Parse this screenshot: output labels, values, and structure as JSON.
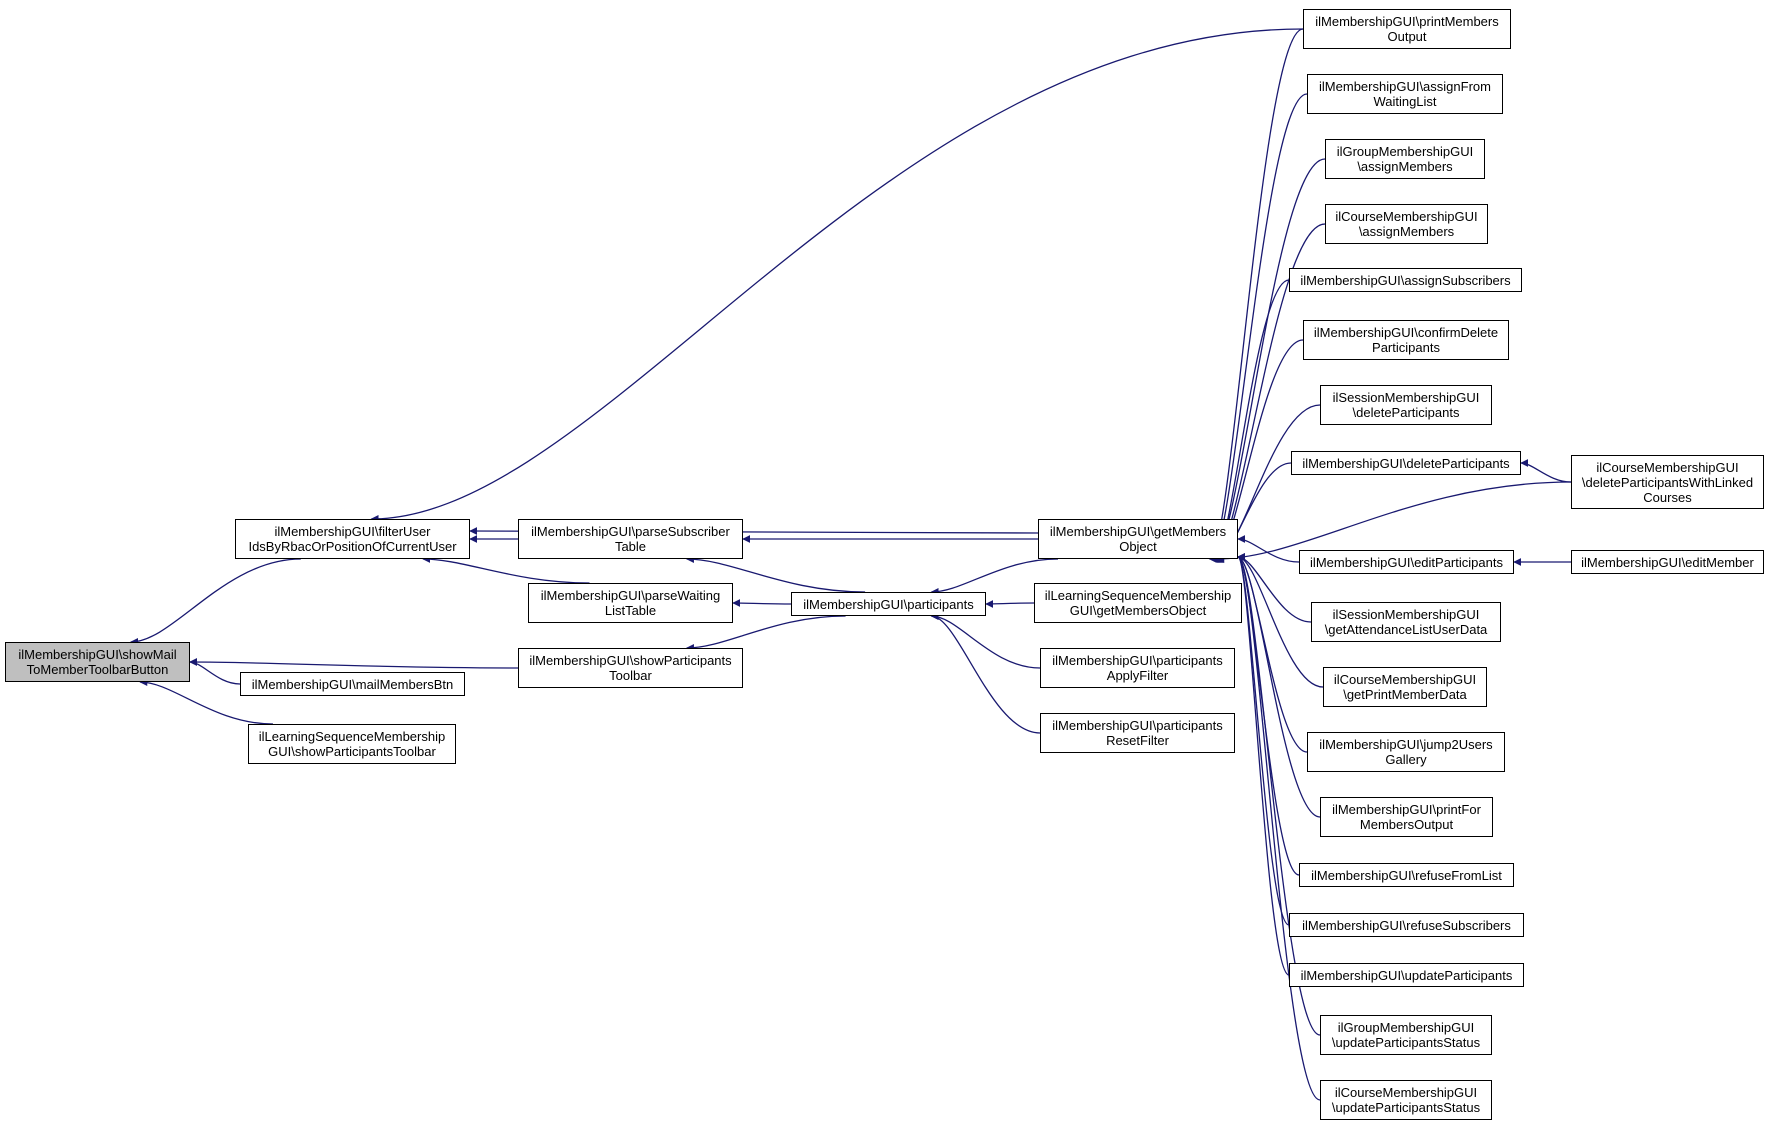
{
  "colors": {
    "edge": "#191970",
    "root_fill": "#bfbfbf",
    "node_fill": "#ffffff",
    "border": "#000000"
  },
  "nodes": {
    "root": [
      "ilMembershipGUI\\showMail",
      "ToMemberToolbarButton"
    ],
    "filterUser": [
      "ilMembershipGUI\\filterUser",
      "IdsByRbacOrPositionOfCurrentUser"
    ],
    "mailMembersBtn": [
      "ilMembershipGUI\\mailMembersBtn"
    ],
    "lsShowToolbar": [
      "ilLearningSequenceMembership",
      "GUI\\showParticipantsToolbar"
    ],
    "parseSubscriber": [
      "ilMembershipGUI\\parseSubscriber",
      "Table"
    ],
    "parseWaiting": [
      "ilMembershipGUI\\parseWaiting",
      "ListTable"
    ],
    "showToolbar": [
      "ilMembershipGUI\\showParticipants",
      "Toolbar"
    ],
    "participants": [
      "ilMembershipGUI\\participants"
    ],
    "getMembers": [
      "ilMembershipGUI\\getMembers",
      "Object"
    ],
    "lsGetMembers": [
      "ilLearningSequenceMembership",
      "GUI\\getMembersObject"
    ],
    "applyFilter": [
      "ilMembershipGUI\\participants",
      "ApplyFilter"
    ],
    "resetFilter": [
      "ilMembershipGUI\\participants",
      "ResetFilter"
    ],
    "printMembers": [
      "ilMembershipGUI\\printMembers",
      "Output"
    ],
    "assignFromWL": [
      "ilMembershipGUI\\assignFrom",
      "WaitingList"
    ],
    "grpAssign": [
      "ilGroupMembershipGUI",
      "\\assignMembers"
    ],
    "crsAssign": [
      "ilCourseMembershipGUI",
      "\\assignMembers"
    ],
    "assignSubs": [
      "ilMembershipGUI\\assignSubscribers"
    ],
    "confirmDelete": [
      "ilMembershipGUI\\confirmDelete",
      "Participants"
    ],
    "sessDelete": [
      "ilSessionMembershipGUI",
      "\\deleteParticipants"
    ],
    "deletePart": [
      "ilMembershipGUI\\deleteParticipants"
    ],
    "crsDeleteLinked": [
      "ilCourseMembershipGUI",
      "\\deleteParticipantsWithLinked",
      "Courses"
    ],
    "editPart": [
      "ilMembershipGUI\\editParticipants"
    ],
    "editMember": [
      "ilMembershipGUI\\editMember"
    ],
    "sessAttendance": [
      "ilSessionMembershipGUI",
      "\\getAttendanceListUserData"
    ],
    "crsPrintData": [
      "ilCourseMembershipGUI",
      "\\getPrintMemberData"
    ],
    "jump2": [
      "ilMembershipGUI\\jump2Users",
      "Gallery"
    ],
    "printFor": [
      "ilMembershipGUI\\printFor",
      "MembersOutput"
    ],
    "refuseList": [
      "ilMembershipGUI\\refuseFromList"
    ],
    "refuseSubs": [
      "ilMembershipGUI\\refuseSubscribers"
    ],
    "updatePart": [
      "ilMembershipGUI\\updateParticipants"
    ],
    "grpUpdate": [
      "ilGroupMembershipGUI",
      "\\updateParticipantsStatus"
    ],
    "crsUpdate": [
      "ilCourseMembershipGUI",
      "\\updateParticipantsStatus"
    ]
  },
  "edges": [
    [
      "filterUser",
      "root"
    ],
    [
      "mailMembersBtn",
      "root"
    ],
    [
      "lsShowToolbar",
      "root"
    ],
    [
      "showToolbar",
      "root"
    ],
    [
      "printMembers",
      "filterUser"
    ],
    [
      "getMembers",
      "filterUser"
    ],
    [
      "parseSubscriber",
      "filterUser"
    ],
    [
      "parseWaiting",
      "filterUser"
    ],
    [
      "participants",
      "parseSubscriber"
    ],
    [
      "participants",
      "parseWaiting"
    ],
    [
      "participants",
      "showToolbar"
    ],
    [
      "getMembers",
      "parseSubscriber"
    ],
    [
      "getMembers",
      "participants"
    ],
    [
      "lsGetMembers",
      "participants"
    ],
    [
      "applyFilter",
      "participants"
    ],
    [
      "resetFilter",
      "participants"
    ],
    [
      "printMembers",
      "getMembers"
    ],
    [
      "assignFromWL",
      "getMembers"
    ],
    [
      "grpAssign",
      "getMembers"
    ],
    [
      "crsAssign",
      "getMembers"
    ],
    [
      "assignSubs",
      "getMembers"
    ],
    [
      "confirmDelete",
      "getMembers"
    ],
    [
      "sessDelete",
      "getMembers"
    ],
    [
      "deletePart",
      "getMembers"
    ],
    [
      "crsDeleteLinked",
      "getMembers"
    ],
    [
      "editPart",
      "getMembers"
    ],
    [
      "sessAttendance",
      "getMembers"
    ],
    [
      "crsPrintData",
      "getMembers"
    ],
    [
      "jump2",
      "getMembers"
    ],
    [
      "printFor",
      "getMembers"
    ],
    [
      "refuseList",
      "getMembers"
    ],
    [
      "refuseSubs",
      "getMembers"
    ],
    [
      "updatePart",
      "getMembers"
    ],
    [
      "grpUpdate",
      "getMembers"
    ],
    [
      "crsUpdate",
      "getMembers"
    ],
    [
      "crsDeleteLinked",
      "deletePart"
    ],
    [
      "editMember",
      "editPart"
    ]
  ]
}
